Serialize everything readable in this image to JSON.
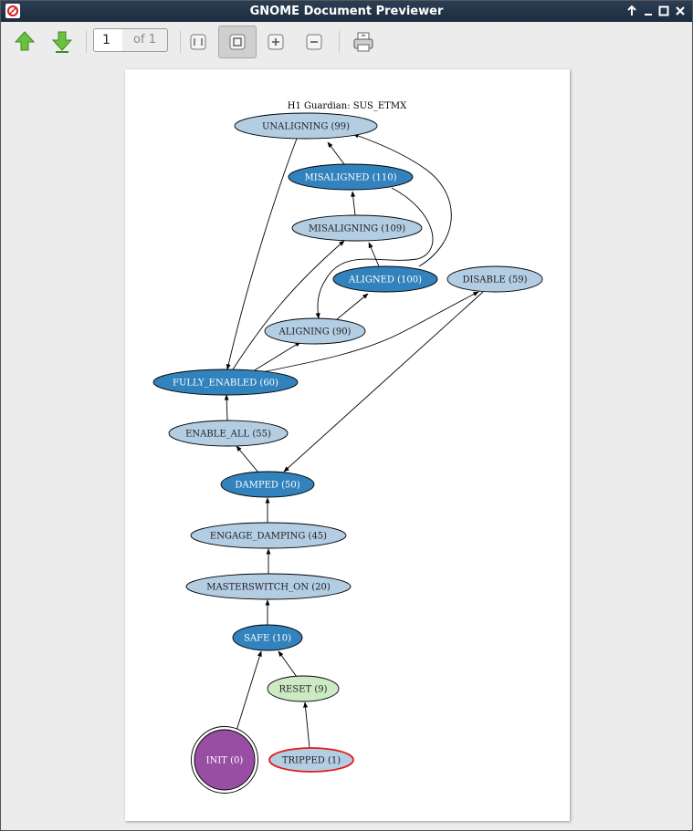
{
  "window": {
    "title": "GNOME Document Previewer",
    "controls": [
      "restore-icon",
      "minimize-icon",
      "maximize-icon",
      "close-icon"
    ]
  },
  "toolbar": {
    "buttons": [
      "previous-page",
      "next-page",
      "best-fit",
      "fit-page-width",
      "zoom-in",
      "zoom-out",
      "print"
    ],
    "page_number": "1",
    "page_of": "of 1",
    "active_button": "fit-page-width"
  },
  "document": {
    "graph_title": "H1 Guardian: SUS_ETMX",
    "nodes": [
      {
        "id": "unaligning",
        "label": "UNALIGNING (99)",
        "style": "light"
      },
      {
        "id": "misaligned",
        "label": "MISALIGNED (110)",
        "style": "dark"
      },
      {
        "id": "misaligning",
        "label": "MISALIGNING (109)",
        "style": "light"
      },
      {
        "id": "aligned",
        "label": "ALIGNED (100)",
        "style": "dark"
      },
      {
        "id": "disable",
        "label": "DISABLE (59)",
        "style": "light"
      },
      {
        "id": "aligning",
        "label": "ALIGNING (90)",
        "style": "light"
      },
      {
        "id": "fully_enabled",
        "label": "FULLY_ENABLED (60)",
        "style": "dark"
      },
      {
        "id": "enable_all",
        "label": "ENABLE_ALL (55)",
        "style": "light"
      },
      {
        "id": "damped",
        "label": "DAMPED (50)",
        "style": "dark"
      },
      {
        "id": "engage_damping",
        "label": "ENGAGE_DAMPING (45)",
        "style": "light"
      },
      {
        "id": "masterswitch_on",
        "label": "MASTERSWITCH_ON (20)",
        "style": "light"
      },
      {
        "id": "safe",
        "label": "SAFE (10)",
        "style": "dark"
      },
      {
        "id": "reset",
        "label": "RESET (9)",
        "style": "green"
      },
      {
        "id": "init",
        "label": "INIT (0)",
        "style": "init"
      },
      {
        "id": "tripped",
        "label": "TRIPPED (1)",
        "style": "tripped"
      }
    ],
    "edges": [
      [
        "misaligned",
        "unaligning"
      ],
      [
        "misaligning",
        "misaligned"
      ],
      [
        "aligned",
        "misaligning"
      ],
      [
        "aligning",
        "aligned"
      ],
      [
        "aligned",
        "unaligning"
      ],
      [
        "misaligned",
        "aligning"
      ],
      [
        "unaligning",
        "fully_enabled"
      ],
      [
        "fully_enabled",
        "misaligning"
      ],
      [
        "fully_enabled",
        "aligning"
      ],
      [
        "fully_enabled",
        "disable"
      ],
      [
        "disable",
        "damped"
      ],
      [
        "enable_all",
        "fully_enabled"
      ],
      [
        "damped",
        "enable_all"
      ],
      [
        "engage_damping",
        "damped"
      ],
      [
        "masterswitch_on",
        "engage_damping"
      ],
      [
        "safe",
        "masterswitch_on"
      ],
      [
        "reset",
        "safe"
      ],
      [
        "init",
        "safe"
      ],
      [
        "tripped",
        "reset"
      ]
    ],
    "colors": {
      "light": "#b3cde3",
      "dark": "#3182bd",
      "green": "#ccebc5",
      "init": "#984ea3",
      "tripped_border": "#e31a1c"
    }
  }
}
